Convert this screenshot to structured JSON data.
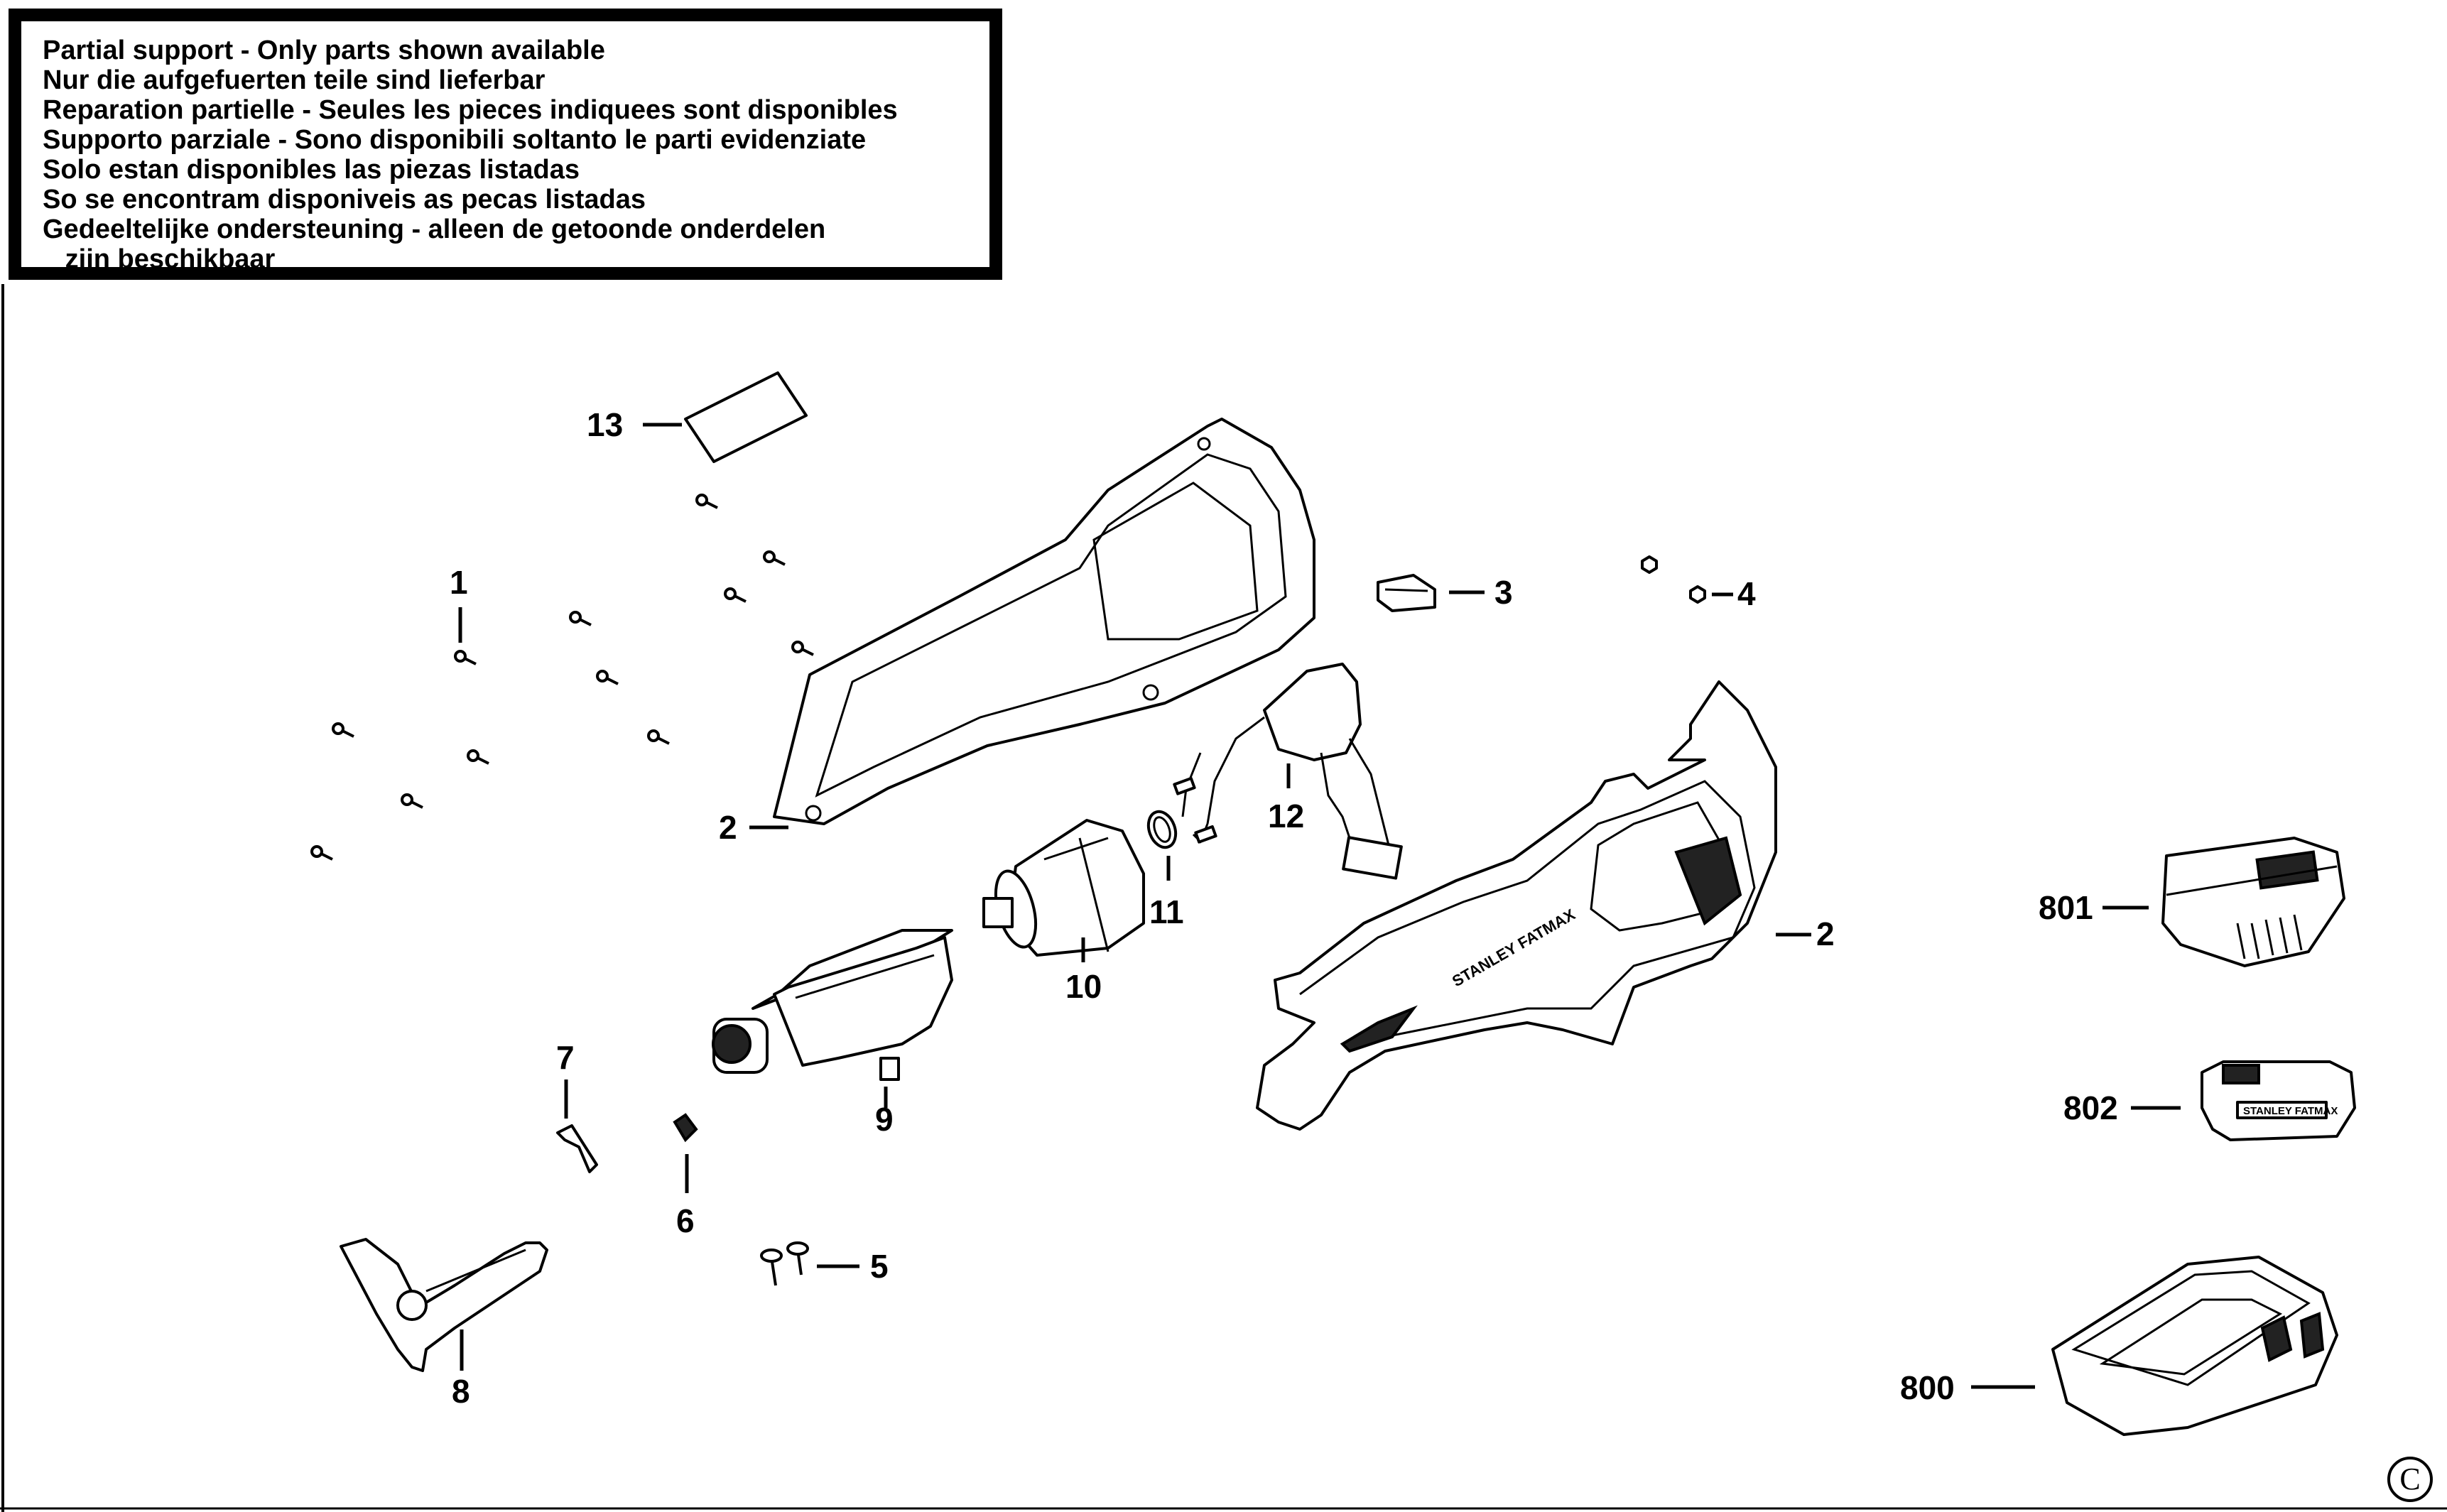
{
  "notice": {
    "lines": [
      "Partial support - Only parts shown available",
      "Nur die aufgefuerten teile sind lieferbar",
      "Reparation partielle - Seules les pieces indiquees sont disponibles",
      "Supporto parziale - Sono disponibili soltanto le parti evidenziate",
      "Solo estan disponibles las piezas listadas",
      "So se encontram disponiveis as pecas listadas",
      "Gedeeltelijke ondersteuning - alleen de getoonde onderdelen",
      "   zijn beschikbaar"
    ]
  },
  "diagram": {
    "parts": [
      {
        "ref": "1",
        "icon": "screw-icon"
      },
      {
        "ref": "2",
        "icon": "housing-left-icon"
      },
      {
        "ref": "2",
        "icon": "housing-right-icon"
      },
      {
        "ref": "3",
        "icon": "clip-icon"
      },
      {
        "ref": "4",
        "icon": "nut-icon"
      },
      {
        "ref": "5",
        "icon": "screw-icon"
      },
      {
        "ref": "6",
        "icon": "pad-icon"
      },
      {
        "ref": "7",
        "icon": "spring-clip-icon"
      },
      {
        "ref": "8",
        "icon": "shoe-icon"
      },
      {
        "ref": "9",
        "icon": "gear-case-icon"
      },
      {
        "ref": "10",
        "icon": "motor-icon"
      },
      {
        "ref": "11",
        "icon": "ring-icon"
      },
      {
        "ref": "12",
        "icon": "switch-icon"
      },
      {
        "ref": "13",
        "icon": "label-icon"
      },
      {
        "ref": "800",
        "icon": "kitbox-icon"
      },
      {
        "ref": "801",
        "icon": "battery-large-icon"
      },
      {
        "ref": "802",
        "icon": "battery-small-icon"
      }
    ],
    "copyright_symbol": "C"
  }
}
